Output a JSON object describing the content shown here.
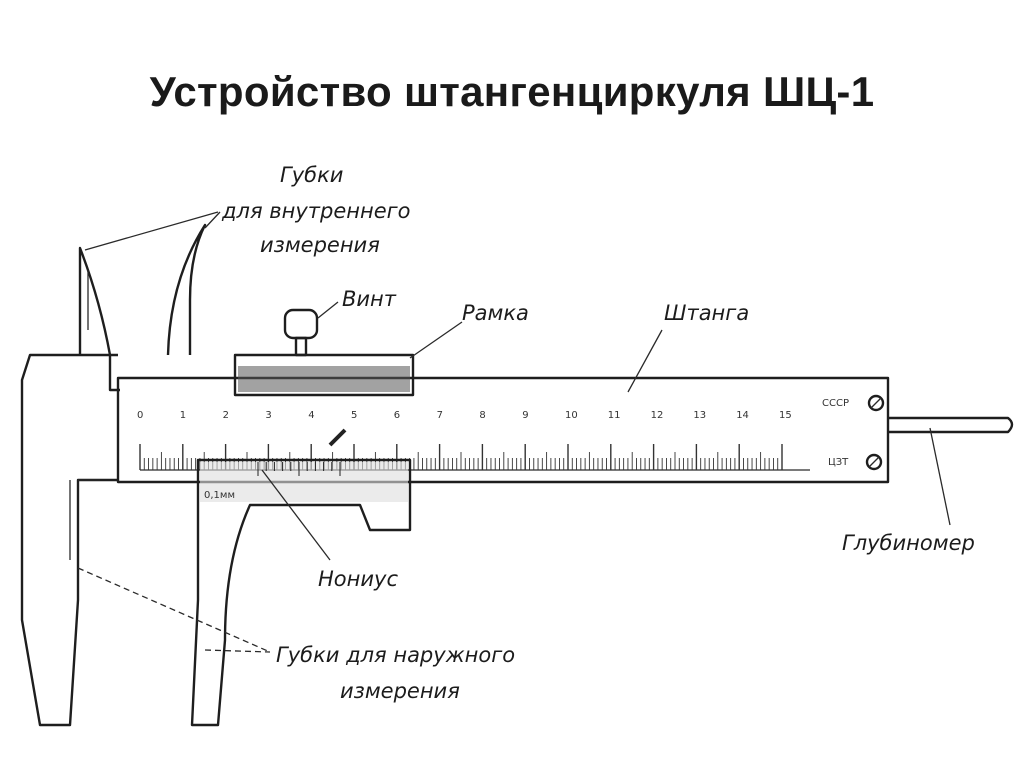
{
  "title": "Устройство штангенциркуля ШЦ-1",
  "labels": {
    "inner_jaws": [
      "Губки",
      "для внутреннего",
      "измерения"
    ],
    "screw": "Винт",
    "frame": "Рамка",
    "bar": "Штанга",
    "vernier": "Нониус",
    "depth_gauge": "Глубиномер",
    "outer_jaws": [
      "Губки для наружного",
      "измерения"
    ]
  },
  "scale": {
    "numbers": [
      "0",
      "1",
      "2",
      "3",
      "4",
      "5",
      "6",
      "7",
      "8",
      "9",
      "10",
      "11",
      "12",
      "13",
      "14",
      "15"
    ]
  },
  "bar_marks": [
    "СССР",
    "ЦЗТ"
  ],
  "vernier_mark": "0,1мм"
}
